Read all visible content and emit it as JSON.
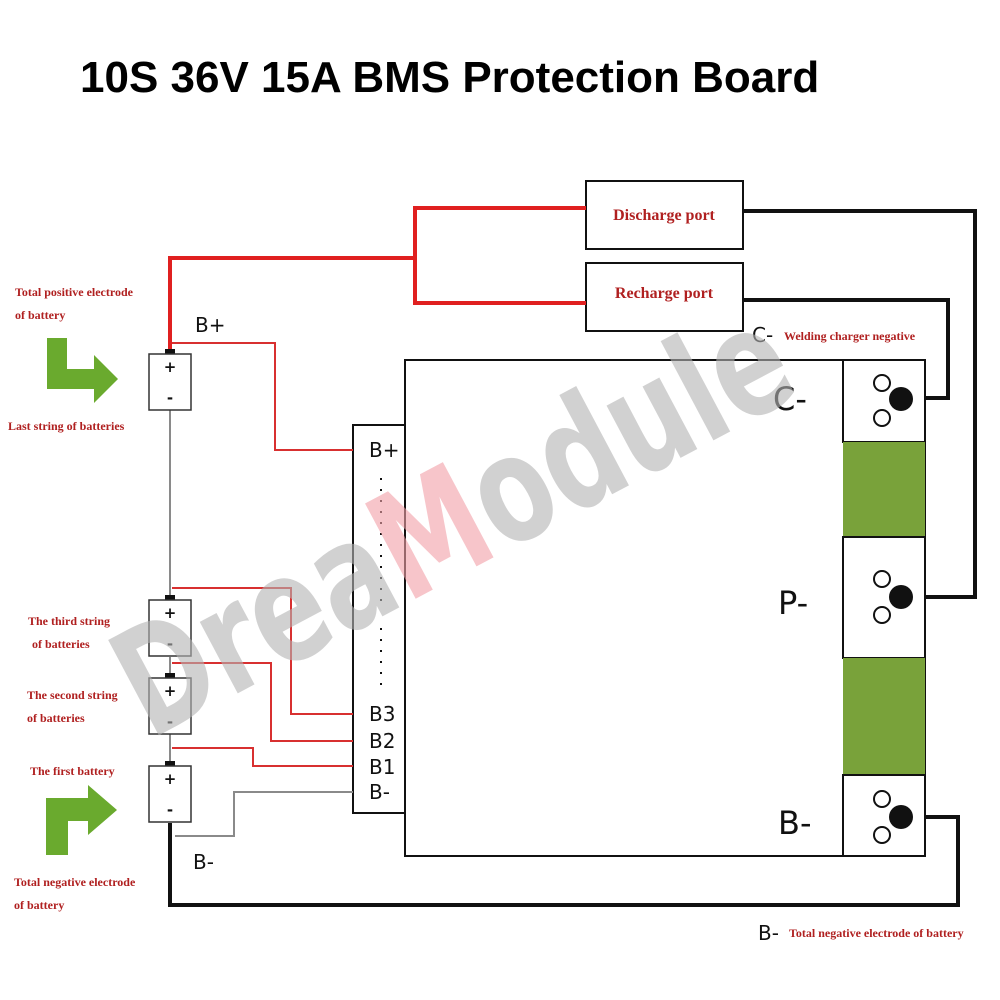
{
  "title": "10S 36V 15A BMS Protection Board",
  "watermark": {
    "text": "DreaModule",
    "colors": [
      "#b4b4b4",
      "#f2a0a8"
    ]
  },
  "ports": {
    "discharge": "Discharge port",
    "recharge": "Recharge port"
  },
  "annotations": {
    "pos_electrode_1": "Total positive electrode",
    "pos_electrode_2": "of battery",
    "last_string": "Last string of batteries",
    "third_1": "The third string",
    "third_2": "of batteries",
    "second_1": "The second string",
    "second_2": "of batteries",
    "first": "The first battery",
    "neg_electrode_1": "Total negative electrode",
    "neg_electrode_2": "of battery",
    "c_minus_desc": "Welding charger negative",
    "b_minus_desc": "Total negative electrode of battery"
  },
  "pins": {
    "bplus": "B+",
    "b3": "B3",
    "b2": "B2",
    "b1": "B1",
    "bminus": "B-"
  },
  "wire_labels": {
    "bplus": "B+",
    "bminus": "B-",
    "c_minus": "C-",
    "b_minus_bottom": "B-"
  },
  "terminals": {
    "c_minus": "C-",
    "p_minus": "P-",
    "b_minus": "B-"
  },
  "cell_signs": {
    "plus": "+",
    "minus": "-"
  },
  "colors": {
    "red_wire": "#e02020",
    "thin_red": "#d83030",
    "black_wire": "#111111",
    "gray_wire": "#8a8a8a",
    "green_pad": "#79a23a",
    "arrow": "#6aaa2e",
    "label_red": "#b02020"
  }
}
